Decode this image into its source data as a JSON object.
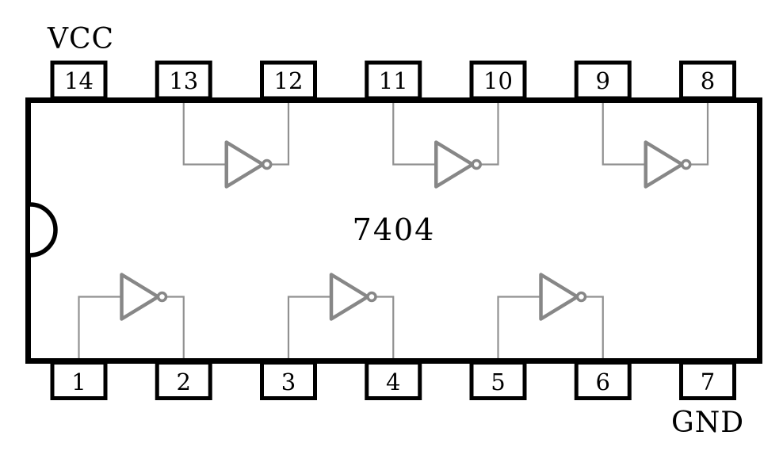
{
  "chip": {
    "name": "7404"
  },
  "labels": {
    "vcc": "VCC",
    "gnd": "GND"
  },
  "pins": {
    "top": [
      "14",
      "13",
      "12",
      "11",
      "10",
      "9",
      "8"
    ],
    "bottom": [
      "1",
      "2",
      "3",
      "4",
      "5",
      "6",
      "7"
    ]
  },
  "gates": [
    {
      "row": "top",
      "input": "13",
      "output": "12"
    },
    {
      "row": "top",
      "input": "11",
      "output": "10"
    },
    {
      "row": "top",
      "input": "9",
      "output": "8"
    },
    {
      "row": "bottom",
      "input": "1",
      "output": "2"
    },
    {
      "row": "bottom",
      "input": "3",
      "output": "4"
    },
    {
      "row": "bottom",
      "input": "5",
      "output": "6"
    }
  ],
  "colors": {
    "outline": "#000000",
    "gate": "#878787",
    "wire": "#919191",
    "background": "#ffffff"
  }
}
